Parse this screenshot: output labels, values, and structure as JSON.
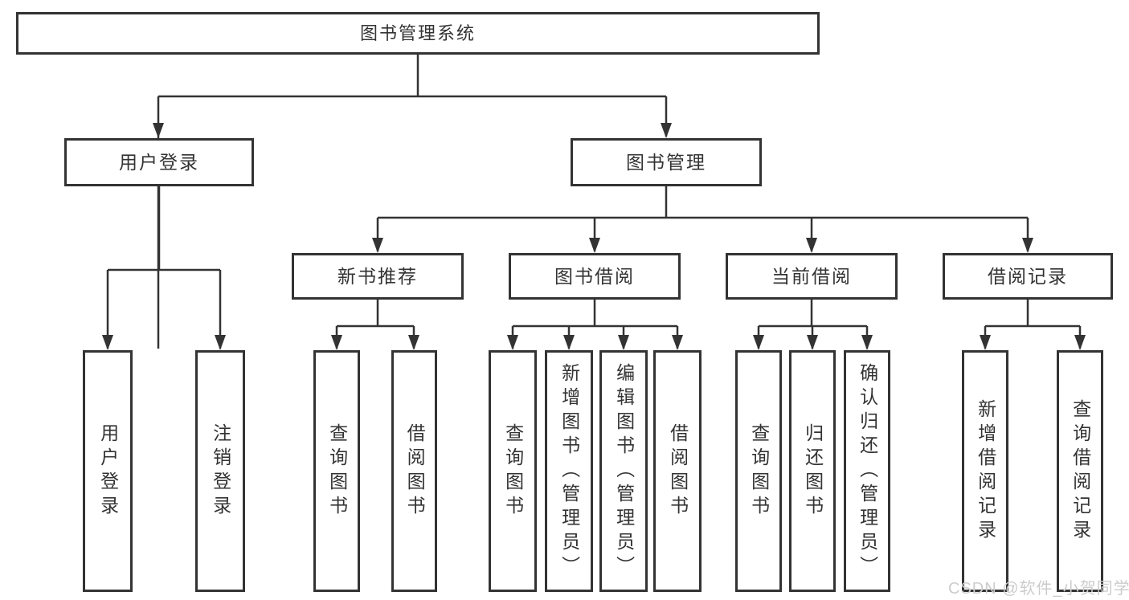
{
  "tree": {
    "root": {
      "label": "图书管理系统"
    },
    "branches": [
      {
        "label": "用户登录",
        "children": [
          {
            "label": "用户登录"
          },
          {
            "label": "注销登录"
          }
        ]
      },
      {
        "label": "图书管理",
        "children": [
          {
            "label": "新书推荐",
            "children": [
              {
                "label": "查询图书"
              },
              {
                "label": "借阅图书"
              }
            ]
          },
          {
            "label": "图书借阅",
            "children": [
              {
                "label": "查询图书"
              },
              {
                "label": "新增图书（管理员）"
              },
              {
                "label": "编辑图书（管理员）"
              },
              {
                "label": "借阅图书"
              }
            ]
          },
          {
            "label": "当前借阅",
            "children": [
              {
                "label": "查询图书"
              },
              {
                "label": "归还图书"
              },
              {
                "label": "确认归还（管理员）"
              }
            ]
          },
          {
            "label": "借阅记录",
            "children": [
              {
                "label": "新增借阅记录"
              },
              {
                "label": "查询借阅记录"
              }
            ]
          }
        ]
      }
    ]
  },
  "watermark": {
    "text": "CSDN @软件_小贺同学"
  },
  "colors": {
    "line": "#333333",
    "text": "#333333",
    "background": "#ffffff",
    "watermark": "#cccccc"
  }
}
